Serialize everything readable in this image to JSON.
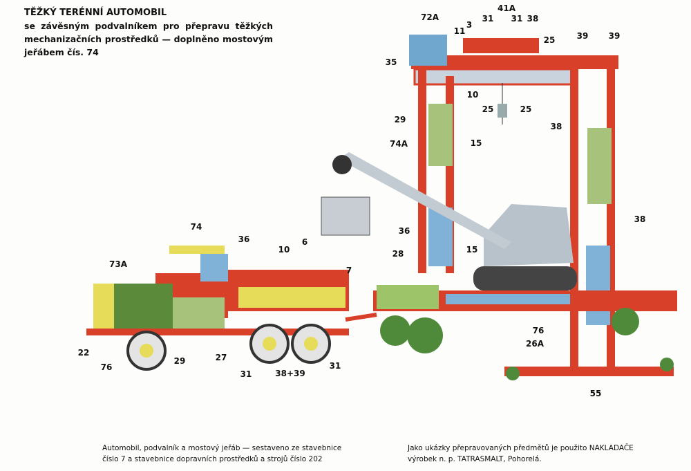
{
  "heading": {
    "title": "TĚŽKÝ TERÉNNÍ AUTOMOBIL",
    "subtitle": "se závěsným podvalníkem pro přepravu těžkých mechanizačních prostředků — doplněno mostovým jeřábem čís. 74"
  },
  "captions": {
    "left_line1": "Automobil, podvalník a mostový jeřáb — sestaveno ze stavebnice",
    "left_line2": "číslo 7 a stavebnice dopravních prostředků a strojů číslo 202",
    "right_line1": "Jako ukázky přepravovaných předmětů je použito NAKLADAČE",
    "right_line2": "výrobek n. p. TATRASMALT, Pohorelá."
  },
  "part_labels": [
    "72A",
    "41A",
    "31",
    "31",
    "38",
    "3",
    "11",
    "25",
    "39",
    "39",
    "35",
    "10",
    "25",
    "25",
    "29",
    "74A",
    "15",
    "38",
    "38",
    "36",
    "28",
    "15",
    "76",
    "26A",
    "55",
    "74",
    "36",
    "10",
    "6",
    "7",
    "73A",
    "22",
    "76",
    "29",
    "27",
    "31",
    "38+39",
    "31"
  ],
  "colors": {
    "red": "#d8402a",
    "green": "#7fae4a",
    "blue": "#7fb2d6",
    "yellow": "#e6dc5a"
  }
}
